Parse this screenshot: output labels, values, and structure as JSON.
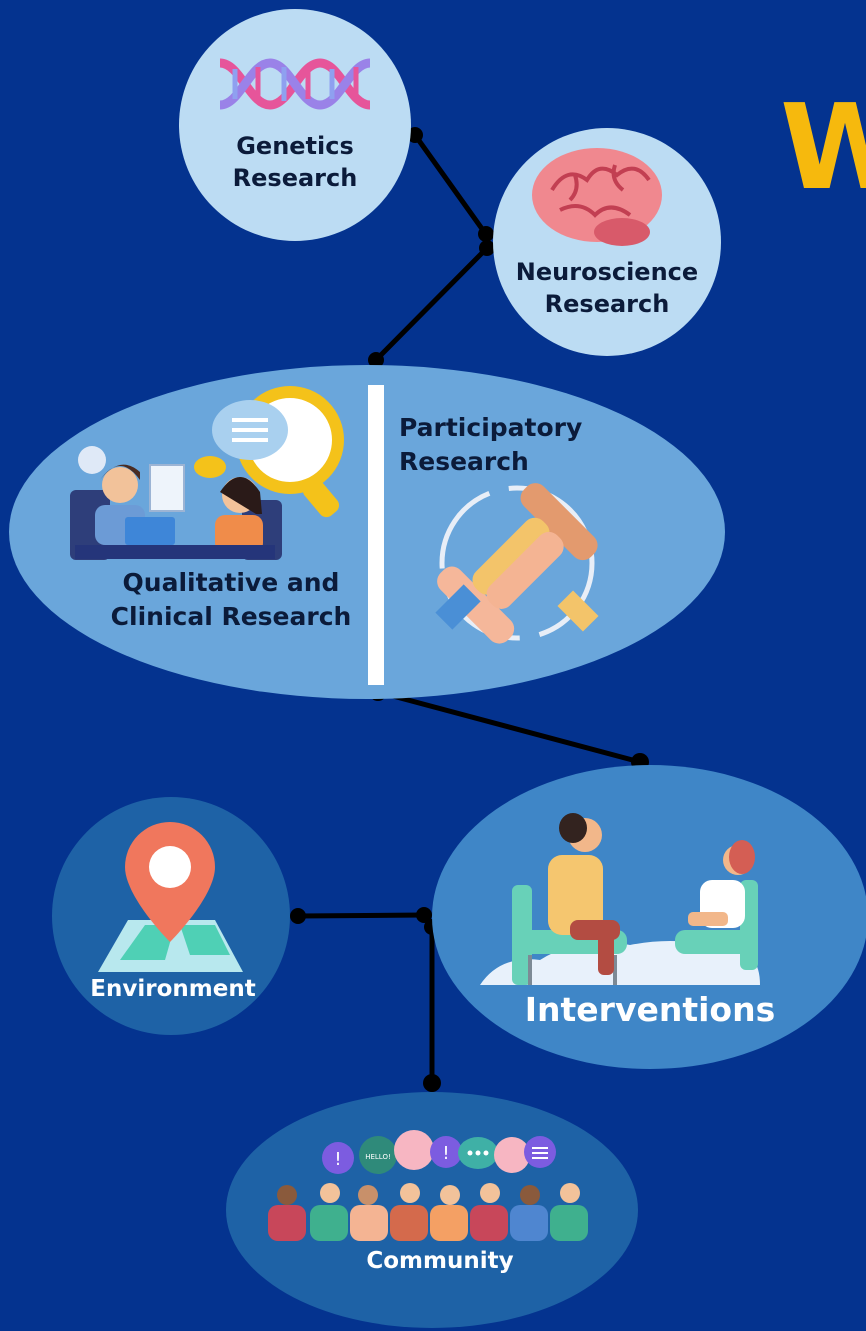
{
  "heading": {
    "text": "W"
  },
  "nodes": {
    "genetics": {
      "line1": "Genetics",
      "line2": "Research",
      "icon": "dna-icon"
    },
    "neuroscience": {
      "line1": "Neuroscience",
      "line2": "Research",
      "icon": "brain-icon"
    },
    "participatory": {
      "line1": "Participatory",
      "line2": "Research",
      "icon": "joined-hands-icon"
    },
    "qualitative": {
      "line1": "Qualitative and",
      "line2": "Clinical Research",
      "icon": "interview-icon"
    },
    "interventions": {
      "label": "Interventions",
      "icon": "therapy-session-icon"
    },
    "environment": {
      "label": "Environment",
      "icon": "map-pin-icon"
    },
    "community": {
      "label": "Community",
      "icon": "people-chat-icon",
      "bubble_text": "HELLO!"
    }
  },
  "colors": {
    "background": "#04338f",
    "accent": "#f6b90d",
    "bubble_light": "#bcdcf3",
    "bubble_mid": "#6aa6db",
    "bubble_dark": "#1e62a6",
    "connector": "#000000"
  }
}
